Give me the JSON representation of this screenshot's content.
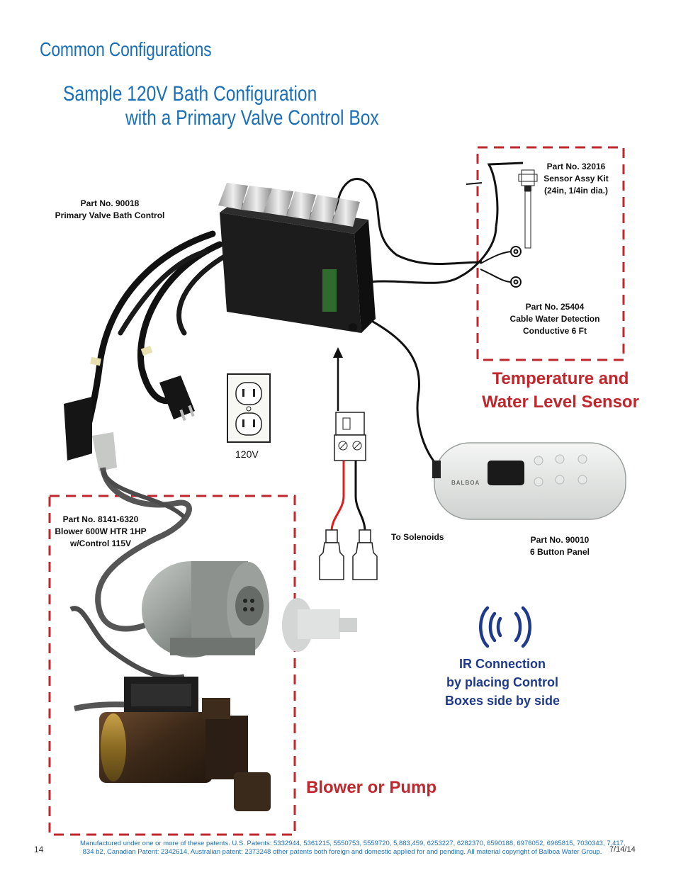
{
  "page": {
    "heading": "Common Configurations",
    "title_line1": "Sample 120V Bath Configuration",
    "title_line2": "with a Primary Valve Control Box"
  },
  "parts": {
    "control": {
      "part_no": "Part No. 90018",
      "desc": "Primary Valve Bath Control"
    },
    "sensor": {
      "part_no": "Part No. 32016",
      "desc1": "Sensor Assy Kit",
      "desc2": "(24in, 1/4in dia.)"
    },
    "cable": {
      "part_no": "Part No. 25404",
      "desc1": "Cable Water Detection",
      "desc2": "Conductive 6 Ft"
    },
    "blower": {
      "part_no": "Part No. 8141-6320",
      "desc1": "Blower 600W HTR 1HP",
      "desc2": "w/Control 115V"
    },
    "panel": {
      "part_no": "Part No. 90010",
      "desc": "6 Button Panel",
      "brand": "BALBOA"
    }
  },
  "labels": {
    "outlet_voltage": "120V",
    "solenoids": "To Solenoids",
    "temp_sensor_line1": "Temperature and",
    "temp_sensor_line2": "Water Level Sensor",
    "ir_line1": "IR Connection",
    "ir_line2": "by placing Control",
    "ir_line3": "Boxes side by side",
    "blower_pump": "Blower or Pump"
  },
  "footer": {
    "page_number": "14",
    "patents_line1": "Manufactured under one or more of these patents. U.S. Patents: 5332944, 5361215, 5550753, 5559720, 5,883,459, 6253227, 6282370, 6590188, 6976052, 6965815, 7030343, 7,417,",
    "patents_line2": "834 b2, Canadian Patent: 2342614, Australian patent: 2373248 other patents both foreign and domestic applied for and pending.  All material copyright of Balboa Water Group.",
    "date": "7/14/14"
  },
  "colors": {
    "title_blue": "#1b6fb6",
    "accent_red": "#c0272d",
    "ir_blue": "#1f3a8a"
  }
}
